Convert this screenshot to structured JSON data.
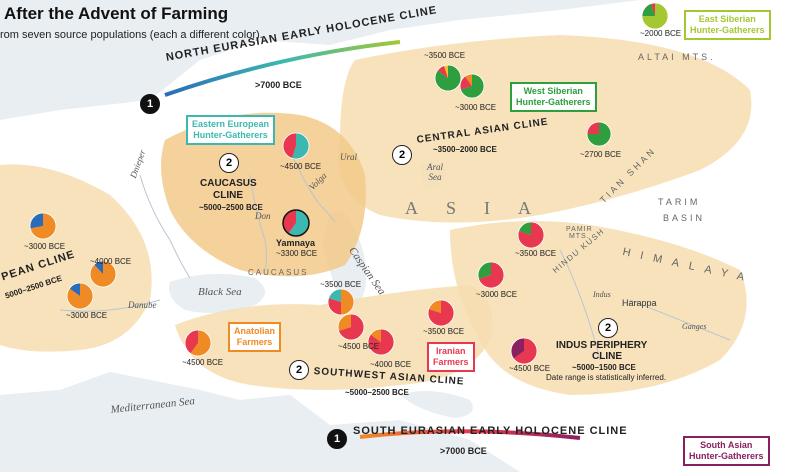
{
  "title": "After the Advent of Farming",
  "subtitle": "rom seven source populations (each a different color).",
  "colors": {
    "anatolian": "#f08a24",
    "iranian": "#e8384f",
    "eeh": "#3cb8b0",
    "wsh": "#2e9e3e",
    "esh": "#a4c832",
    "south_asian": "#8a2060",
    "yellow": "#f2c230",
    "blue": "#2b6cb8",
    "land": "#ffffff",
    "cline_region": "#f6ddb0",
    "water": "#e9eef2"
  },
  "sources": {
    "eeh": "Eastern European\nHunter-Gatherers",
    "wsh": "West Siberian\nHunter-Gatherers",
    "esh": "East Siberian\nHunter-Gatherers",
    "anatolian": "Anatolian\nFarmers",
    "iranian": "Iranian\nFarmers",
    "south_asian": "South Asian\nHunter-Gatherers"
  },
  "clines": {
    "north": {
      "num": "1",
      "name": "NORTH EURASIAN EARLY HOLOCENE CLINE",
      "date": ">7000 BCE"
    },
    "south": {
      "num": "1",
      "name": "SOUTH EURASIAN EARLY HOLOCENE CLINE",
      "date": ">7000 BCE"
    },
    "caucasus": {
      "num": "2",
      "name1": "CAUCASUS",
      "name2": "CLINE",
      "date": "~5000–2500 BCE"
    },
    "central": {
      "num": "2",
      "name": "CENTRAL ASIAN CLINE",
      "date": "~3500–2000 BCE"
    },
    "southwest": {
      "num": "2",
      "name": "SOUTHWEST ASIAN CLINE",
      "date": "~5000–2500 BCE"
    },
    "indus": {
      "num": "2",
      "name1": "INDUS PERIPHERY",
      "name2": "CLINE",
      "date": "~5000–1500 BCE",
      "note": "Date range is statistically inferred."
    },
    "european": {
      "name": "PEAN CLINE",
      "date": "5000–2500 BCE"
    }
  },
  "geo": {
    "altai": "ALTAI MTS.",
    "ural": "Ural",
    "dnieper": "Dnieper",
    "don": "Don",
    "volga": "Volga",
    "aral": "Aral\nSea",
    "caspian": "Caspian Sea",
    "black": "Black Sea",
    "caucasus_mts": "CAUCASUS",
    "danube": "Danube",
    "mediterranean": "Mediterranean Sea",
    "asia": "ASIA",
    "tian_shan": "TIAN SHAN",
    "tarim": "TARIM",
    "basin": "BASIN",
    "pamir": "PAMIR\nMTS.",
    "hindu_kush": "HINDU KUSH",
    "himalaya": "HIMALAYA",
    "indus": "Indus",
    "harappa": "Harappa",
    "ganges": "Ganges"
  },
  "yamnaya": {
    "name": "Yamnaya",
    "date": "~3300 BCE"
  },
  "samples": [
    {
      "label": "~2000 BCE",
      "slices": [
        [
          "esh",
          0.75
        ],
        [
          "wsh",
          0.2
        ],
        [
          "iranian",
          0.05
        ]
      ]
    },
    {
      "label": "~3500 BCE",
      "slices": [
        [
          "wsh",
          0.85
        ],
        [
          "iranian",
          0.1
        ],
        [
          "yellow",
          0.05
        ]
      ]
    },
    {
      "label": "~3000 BCE",
      "slices": [
        [
          "wsh",
          0.7
        ],
        [
          "iranian",
          0.2
        ],
        [
          "anatolian",
          0.1
        ]
      ]
    },
    {
      "label": "~2700 BCE",
      "slices": [
        [
          "wsh",
          0.75
        ],
        [
          "iranian",
          0.25
        ]
      ]
    },
    {
      "label": "~4500 BCE",
      "slices": [
        [
          "eeh",
          0.55
        ],
        [
          "iranian",
          0.45
        ]
      ]
    },
    {
      "label": "~3000 BCE",
      "slices": [
        [
          "anatolian",
          0.72
        ],
        [
          "blue",
          0.28
        ]
      ]
    },
    {
      "label": "~4000 BCE",
      "slices": [
        [
          "anatolian",
          0.88
        ],
        [
          "blue",
          0.12
        ]
      ]
    },
    {
      "label": "~3000 BCE",
      "slices": [
        [
          "anatolian",
          0.85
        ],
        [
          "blue",
          0.15
        ]
      ]
    },
    {
      "label": "~3500 BCE",
      "slices": [
        [
          "anatolian",
          0.5
        ],
        [
          "iranian",
          0.3
        ],
        [
          "eeh",
          0.2
        ]
      ]
    },
    {
      "label": "~4500 BCE",
      "slices": [
        [
          "anatolian",
          0.6
        ],
        [
          "iranian",
          0.4
        ]
      ]
    },
    {
      "label": "~4500 BCE",
      "slices": [
        [
          "iranian",
          0.7
        ],
        [
          "anatolian",
          0.3
        ]
      ]
    },
    {
      "label": "~4000 BCE",
      "slices": [
        [
          "iranian",
          0.85
        ],
        [
          "anatolian",
          0.15
        ]
      ]
    },
    {
      "label": "~3500 BCE",
      "slices": [
        [
          "iranian",
          0.8
        ],
        [
          "anatolian",
          0.2
        ]
      ]
    },
    {
      "label": "~3000 BCE",
      "slices": [
        [
          "iranian",
          0.7
        ],
        [
          "wsh",
          0.3
        ]
      ]
    },
    {
      "label": "~3500 BCE",
      "slices": [
        [
          "iranian",
          0.8
        ],
        [
          "wsh",
          0.2
        ]
      ]
    },
    {
      "label": "~4500 BCE",
      "slices": [
        [
          "iranian",
          0.65
        ],
        [
          "south_asian",
          0.35
        ]
      ]
    },
    {
      "label": "",
      "slices": [
        [
          "eeh",
          0.6
        ],
        [
          "iranian",
          0.4
        ]
      ]
    }
  ]
}
